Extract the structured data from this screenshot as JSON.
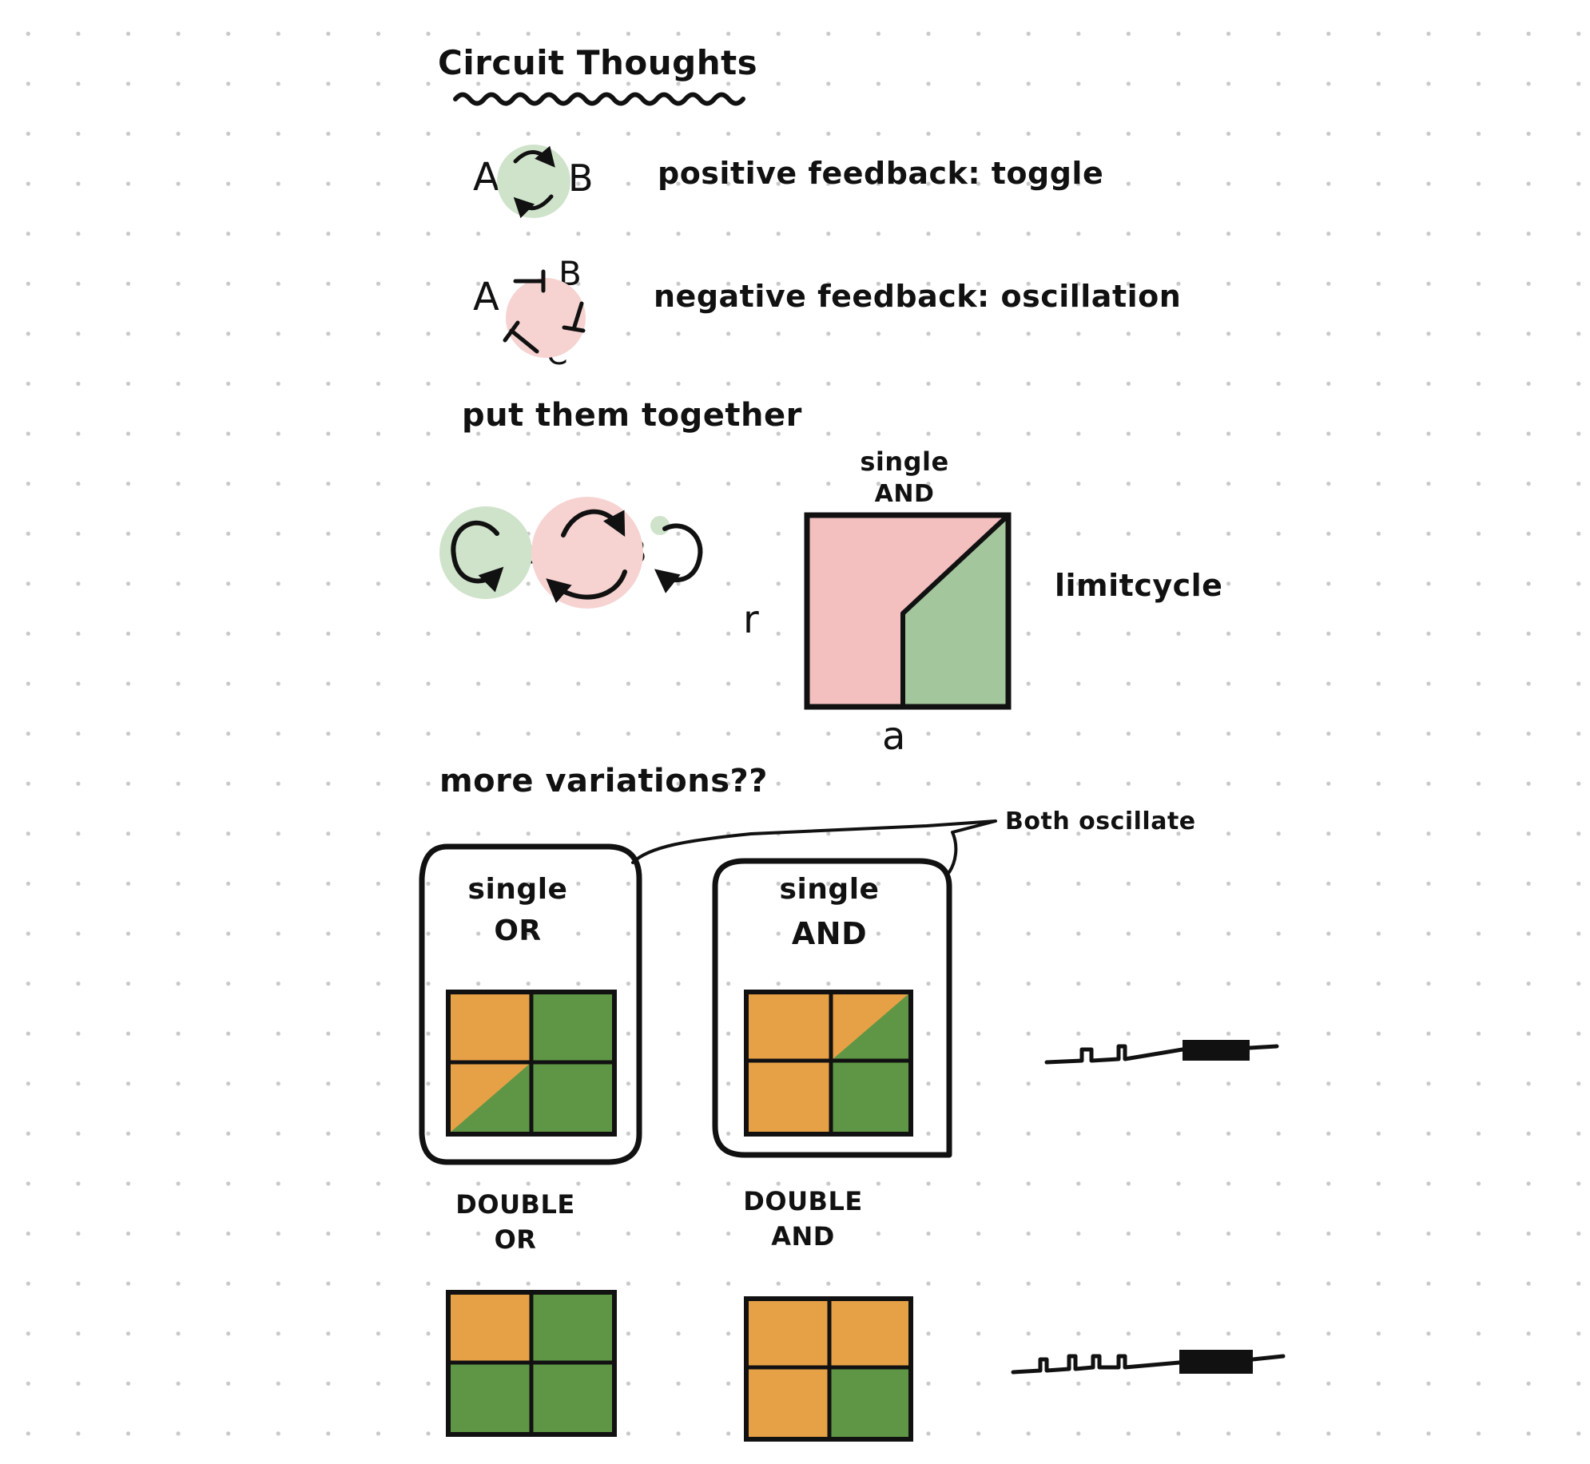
{
  "title": "Circuit Thoughts",
  "colors": {
    "pos_highlight": "#cfe3cb",
    "neg_highlight": "#f6d3d1",
    "phase_pink": "#f3bfbf",
    "phase_green": "#a3c69c",
    "grid_orange": "#e6a146",
    "grid_green": "#5f9645",
    "ink": "#111111"
  },
  "positive": {
    "node_a": "A",
    "node_b": "B",
    "label": "positive feedback: toggle"
  },
  "negative": {
    "node_a": "A",
    "node_b": "B",
    "node_c": "C",
    "label": "negative feedback: oscillation"
  },
  "together": {
    "heading": "put them together",
    "node_a": "A",
    "node_b": "B",
    "phase_title_line1": "single",
    "phase_title_line2": "AND",
    "y_axis": "r",
    "x_axis": "a",
    "region_label": "limitcycle"
  },
  "variations": {
    "heading": "more variations??",
    "callout": "Both oscillate",
    "single_or_line1": "single",
    "single_or_line2": "OR",
    "single_and_line1": "single",
    "single_and_line2": "AND",
    "double_or_line1": "DOUBLE",
    "double_or_line2": "OR",
    "double_and_line1": "DOUBLE",
    "double_and_line2": "AND"
  }
}
